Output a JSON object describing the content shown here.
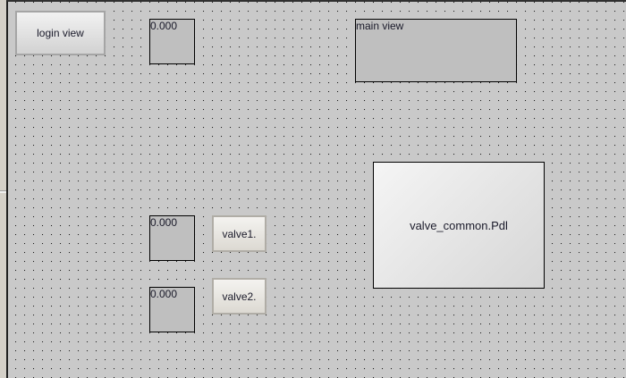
{
  "login_button": "login view",
  "value_displays": [
    "0.000",
    "0.000",
    "0.000"
  ],
  "main_view": "main view",
  "valve_buttons": [
    "valve1.",
    "valve2."
  ],
  "pdl_object": "valve_common.Pdl"
}
